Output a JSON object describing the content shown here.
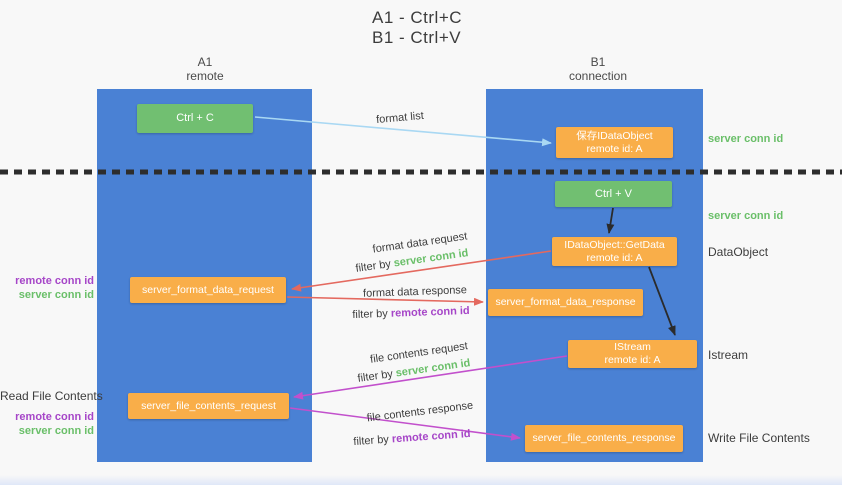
{
  "title": {
    "line1": "A1 - Ctrl+C",
    "line2": "B1 - Ctrl+V"
  },
  "columns": {
    "left": {
      "header_line1": "A1",
      "header_line2": "remote"
    },
    "right": {
      "header_line1": "B1",
      "header_line2": "connection"
    }
  },
  "nodes": {
    "ctrl_c": "Ctrl + C",
    "ctrl_v": "Ctrl + V",
    "save_idataobject": {
      "line1": "保存IDataObject",
      "line2": "remote id: A"
    },
    "getdata": {
      "line1": "IDataObject::GetData",
      "line2": "remote id: A"
    },
    "istream": {
      "line1": "IStream",
      "line2": "remote id: A"
    },
    "format_request": "server_format_data_request",
    "format_response": "server_format_data_response",
    "file_request": "server_file_contents_request",
    "file_response": "server_file_contents_response"
  },
  "arrow_labels": {
    "format_list": "format list",
    "format_data_request": "format data request",
    "format_data_response": "format data response",
    "file_contents_request": "file contents request",
    "file_contents_response": "file contents response",
    "filter_by": "filter by ",
    "server_conn_id": "server conn id",
    "remote_conn_id": "remote conn id"
  },
  "side_labels": {
    "server_conn_id_top": "server conn id",
    "server_conn_id_mid": "server conn id",
    "dataobject": "DataObject",
    "istream": "Istream",
    "write_file_contents": "Write File Contents",
    "read_file_contents": "Read File Contents",
    "remote_conn_id_upper": "remote conn id",
    "server_conn_id_upper": "server conn id",
    "remote_conn_id_lower": "remote conn id",
    "server_conn_id_lower": "server conn id"
  },
  "colors": {
    "column_blue": "#4a81d4",
    "box_green": "#71bf71",
    "box_orange": "#f9ae49",
    "arrow_lightblue": "#a9d8f3",
    "arrow_red": "#e4695f",
    "arrow_magenta": "#c250cc",
    "arrow_black": "#2b2b2b",
    "dotted_line": "#2d2d2d",
    "text_green": "#6abf69",
    "text_purple": "#a646c8"
  }
}
